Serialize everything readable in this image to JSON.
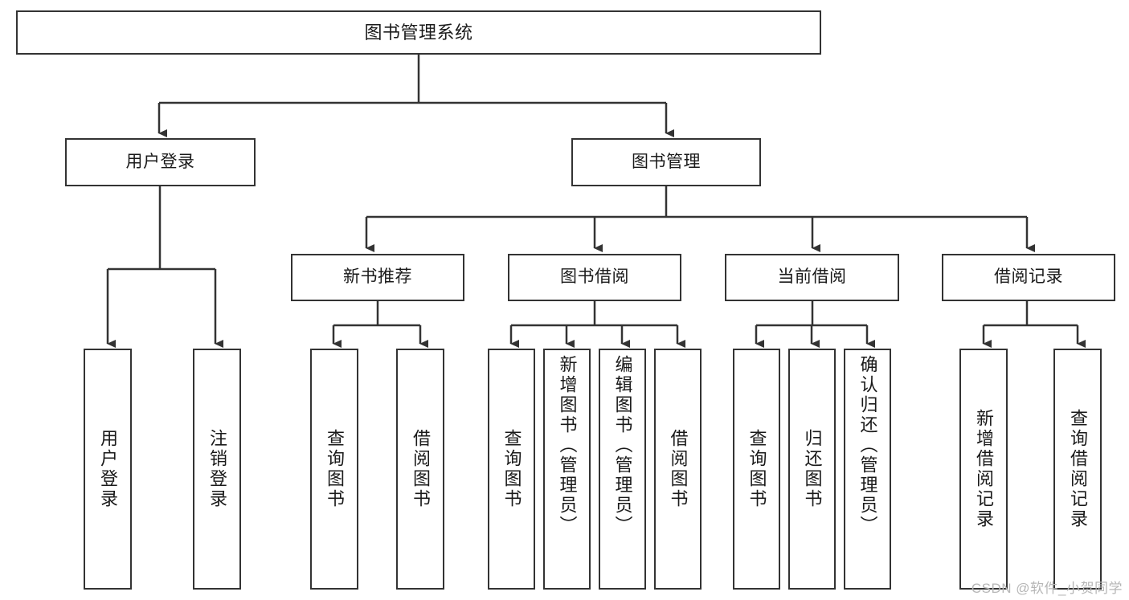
{
  "diagram": {
    "title": "图书管理系统",
    "type": "hierarchy-tree",
    "root": {
      "label": "图书管理系统"
    },
    "level2": [
      {
        "label": "用户登录"
      },
      {
        "label": "图书管理"
      }
    ],
    "level3": [
      {
        "label": "新书推荐"
      },
      {
        "label": "图书借阅"
      },
      {
        "label": "当前借阅"
      },
      {
        "label": "借阅记录"
      }
    ],
    "leaves": {
      "user_login": [
        {
          "label": "用户登录"
        },
        {
          "label": "注销登录"
        }
      ],
      "new_book_recommend": [
        {
          "label": "查询图书"
        },
        {
          "label": "借阅图书"
        }
      ],
      "book_borrow": [
        {
          "label": "查询图书"
        },
        {
          "label": "新增图书（管理员）"
        },
        {
          "label": "编辑图书（管理员）"
        },
        {
          "label": "借阅图书"
        }
      ],
      "current_borrow": [
        {
          "label": "查询图书"
        },
        {
          "label": "归还图书"
        },
        {
          "label": "确认归还（管理员）"
        }
      ],
      "borrow_record": [
        {
          "label": "新增借阅记录"
        },
        {
          "label": "查询借阅记录"
        }
      ]
    }
  },
  "watermark": {
    "text": "CSDN @软件_小贺同学"
  },
  "colors": {
    "border": "#333333",
    "text": "#1a1a1a",
    "background": "#ffffff",
    "connector": "#333333",
    "watermark": "#b6b6b6"
  }
}
